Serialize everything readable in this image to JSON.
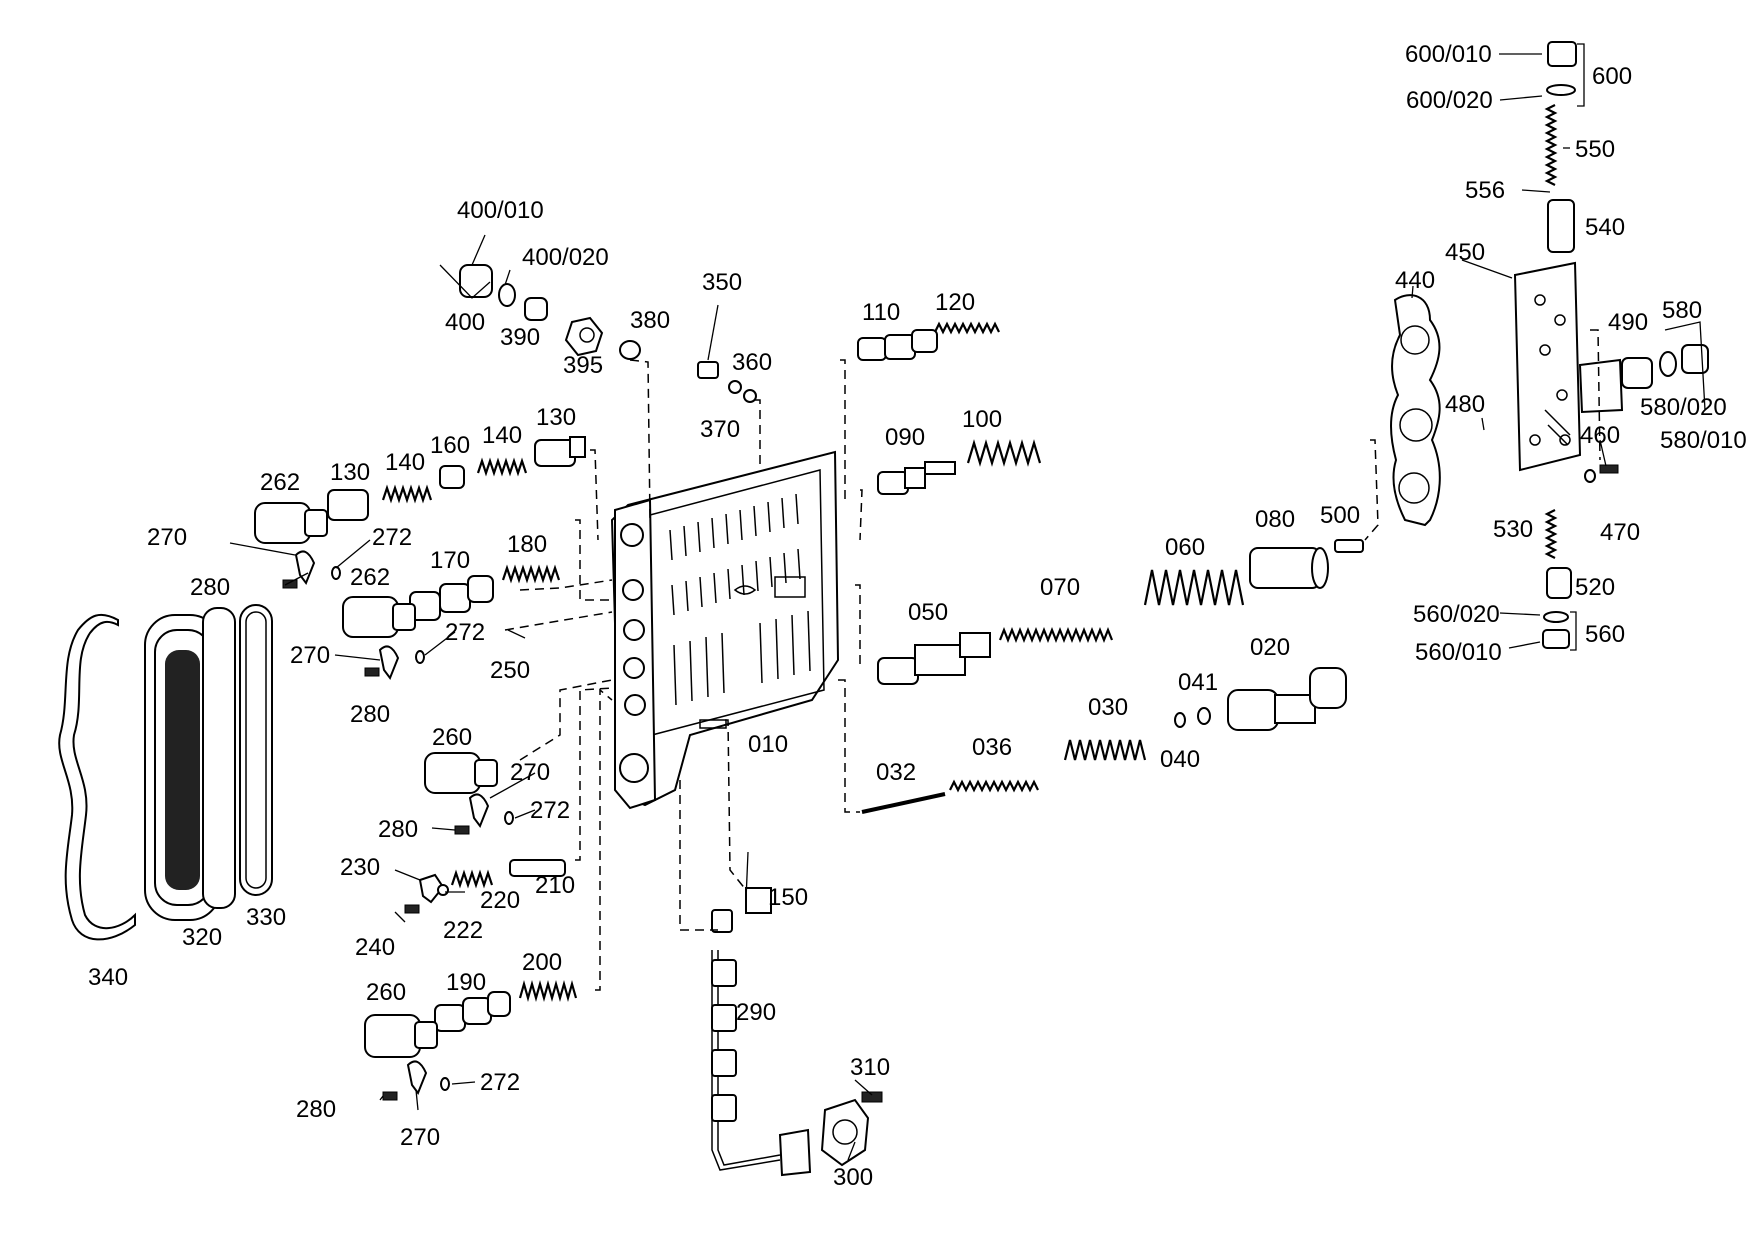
{
  "diagram": {
    "labels": {
      "p600_010": "600/010",
      "p600": "600",
      "p600_020": "600/020",
      "p550": "550",
      "p556": "556",
      "p540": "540",
      "p450": "450",
      "p440": "440",
      "p490": "490",
      "p580": "580",
      "p580_020": "580/020",
      "p580_010": "580/010",
      "p480": "480",
      "p460": "460",
      "p470": "470",
      "p530": "530",
      "p520": "520",
      "p560_020": "560/020",
      "p560": "560",
      "p560_010": "560/010",
      "p400_010": "400/010",
      "p400_020": "400/020",
      "p400": "400",
      "p390": "390",
      "p395": "395",
      "p380": "380",
      "p350": "350",
      "p360": "360",
      "p370": "370",
      "p110": "110",
      "p120": "120",
      "p090": "090",
      "p100": "100",
      "p262a": "262",
      "p130a": "130",
      "p140a": "140",
      "p160": "160",
      "p140b": "140",
      "p130b": "130",
      "p270a": "270",
      "p272a": "272",
      "p262b": "262",
      "p280a": "280",
      "p170": "170",
      "p180": "180",
      "p270b": "270",
      "p272b": "272",
      "p250": "250",
      "p280b": "280",
      "p260a": "260",
      "p270c": "270",
      "p272c": "272",
      "p280c": "280",
      "p230": "230",
      "p220": "220",
      "p210": "210",
      "p222": "222",
      "p240": "240",
      "p340": "340",
      "p320": "320",
      "p330": "330",
      "p190": "190",
      "p200": "200",
      "p260b": "260",
      "p272d": "272",
      "p280d": "280",
      "p270d": "270",
      "p010": "010",
      "p050": "050",
      "p070": "070",
      "p060": "060",
      "p080": "080",
      "p500": "500",
      "p020": "020",
      "p041": "041",
      "p030": "030",
      "p040": "040",
      "p036": "036",
      "p032": "032",
      "p150": "150",
      "p290": "290",
      "p310": "310",
      "p300": "300"
    }
  }
}
